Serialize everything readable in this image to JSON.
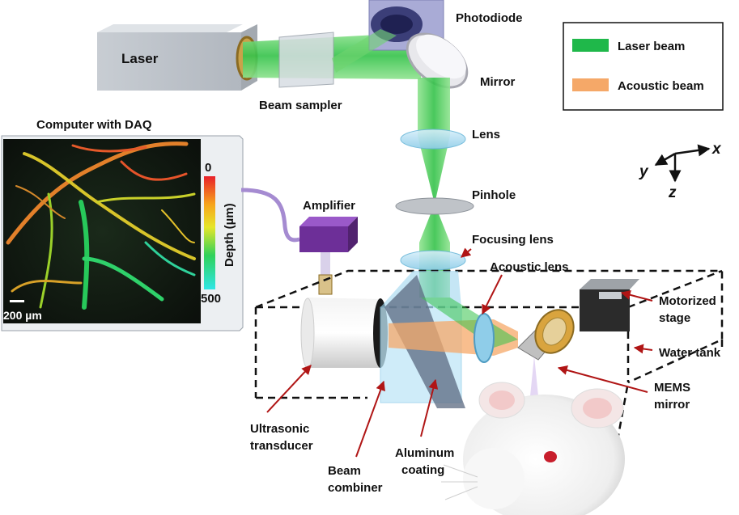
{
  "labels": {
    "laser": "Laser",
    "beam_sampler": "Beam sampler",
    "photodiode": "Photodiode",
    "mirror": "Mirror",
    "lens": "Lens",
    "pinhole": "Pinhole",
    "focusing_lens": "Focusing lens",
    "acoustic_lens": "Acoustic lens",
    "computer": "Computer with DAQ",
    "amplifier": "Amplifier",
    "motorized_stage_1": "Motorized",
    "motorized_stage_2": "stage",
    "water_tank": "Water tank",
    "mems_1": "MEMS",
    "mems_2": "mirror",
    "transducer_1": "Ultrasonic",
    "transducer_2": "transducer",
    "beam_combiner_1": "Beam",
    "beam_combiner_2": "combiner",
    "aluminum_1": "Aluminum",
    "aluminum_2": "coating"
  },
  "legend": {
    "items": [
      {
        "label": "Laser beam",
        "color": "#1fb84a"
      },
      {
        "label": "Acoustic beam",
        "color": "#f5a868"
      }
    ]
  },
  "axes": {
    "x": "x",
    "y": "y",
    "z": "z"
  },
  "image_panel": {
    "colorbar_top": "0",
    "colorbar_bottom": "500",
    "colorbar_label": "Depth (µm)",
    "scale_bar": "200 µm"
  }
}
